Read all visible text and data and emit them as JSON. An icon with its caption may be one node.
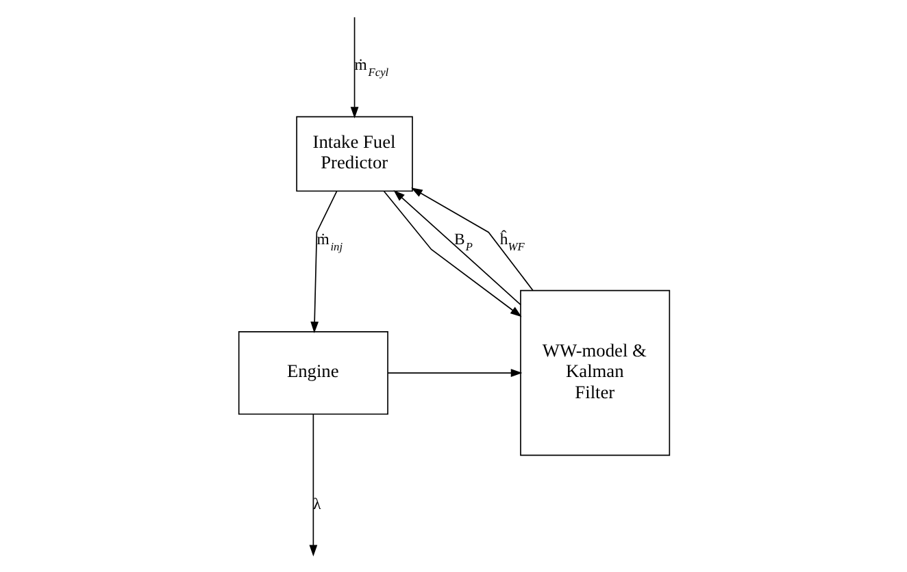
{
  "diagram": {
    "nodes": [
      {
        "text": [
          "Intake Fuel Predictor"
        ]
      },
      {
        "text": [
          "Engine"
        ]
      },
      {
        "text": [
          "WW-model & Kalman Filter"
        ]
      }
    ],
    "edges": [
      {
        "from": null,
        "to": 0,
        "arrow": "to",
        "label": "ṁ$_{Fcyl}$"
      },
      {
        "from": 0,
        "to": 1,
        "arrow": "to",
        "label": "ṁ$_{inj}$"
      },
      {
        "from": 1,
        "to": null,
        "arrow": "to",
        "label": "λ"
      },
      {
        "from": 0,
        "to": 2,
        "arrow": "to"
      },
      {
        "from": 1,
        "to": 2,
        "arrow": "to"
      },
      {
        "from": 2,
        "to": 0,
        "arrow": "to",
        "label": "B$_{P}$"
      },
      {
        "from": 2,
        "to": 0,
        "arrow": "to",
        "label": "ĥ$_{WF}$"
      }
    ]
  }
}
